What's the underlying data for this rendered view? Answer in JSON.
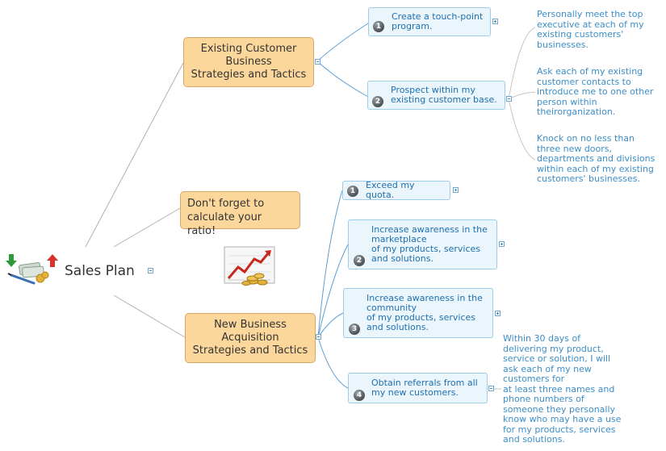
{
  "central": {
    "title": "Sales Plan"
  },
  "branches": [
    {
      "label": "Existing Customer\nBusiness\nStrategies and Tactics",
      "children": [
        {
          "num": "1",
          "label": "Create a touch-point\nprogram."
        },
        {
          "num": "2",
          "label": "Prospect within my\nexisting customer base."
        }
      ]
    },
    {
      "label": "Don't forget to\ncalculate your ratio!"
    },
    {
      "label": "New Business\nAcquisition\nStrategies and Tactics",
      "children": [
        {
          "num": "1",
          "label": "Exceed my quota."
        },
        {
          "num": "2",
          "label": "Increase awareness in the\nmarketplace\nof my products, services\nand solutions."
        },
        {
          "num": "3",
          "label": "Increase awareness in the\ncommunity\nof my products, services\nand solutions."
        },
        {
          "num": "4",
          "label": "Obtain referrals from all\nmy new customers."
        }
      ]
    }
  ],
  "leaves": [
    "Personally meet the top\nexecutive at each of my\nexisting customers'\nbusinesses.",
    "Ask each of my existing\ncustomer contacts to\nintroduce me to one other\nperson within\ntheirorganization.",
    "Knock on no less than\nthree new doors,\ndepartments and divisions\nwithin each of my existing\ncustomers' businesses.",
    "Within 30 days of\ndelivering my product,\nservice or solution, I will\nask each of my new\ncustomers for\nat least three names and\nphone numbers of\nsomeone they personally\nknow who may have a use\nfor my products, services\nand solutions."
  ],
  "icons": {
    "central": "sales-arrows-cash-icon",
    "ratio": "growth-chart-coins-icon"
  },
  "colors": {
    "main_fill": "#fcd79b",
    "main_border": "#d7a766",
    "sub_fill": "#eaf6fc",
    "sub_border": "#9dcde8",
    "sub_text": "#1f6fb0",
    "leaf_text": "#3c8ec8"
  }
}
